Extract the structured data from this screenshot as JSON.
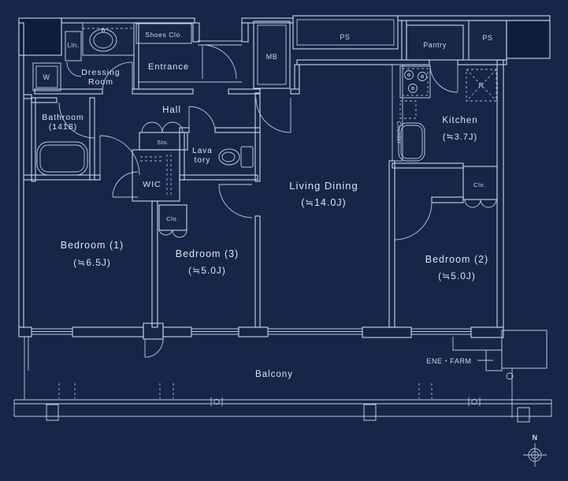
{
  "plan": {
    "type": "apartment-floor-plan",
    "background": "#152648",
    "line_color": "#c9d6ea",
    "text_color": "#dae4f4"
  },
  "labels": {
    "lin": "Lin.",
    "w": "W",
    "dressing1": "Dressing",
    "dressing2": "Room",
    "shoes": "Shoes Clo.",
    "entrance": "Entrance",
    "hall": "Hall",
    "sto": "Sto.",
    "bathroom1": "Bathroom",
    "bathroom2": "(1418)",
    "wic": "WIC",
    "lavatory1": "Lava",
    "lavatory2": "tory",
    "mb": "MB",
    "ps_top": "PS",
    "ps_right": "PS",
    "pantry": "Pantry",
    "counter": "Counter",
    "fridge": "R",
    "kitchen1": "Kitchen",
    "kitchen2": "(≒3.7J)",
    "living1": "Living Dining",
    "living2": "(≒14.0J)",
    "bedroom1_1": "Bedroom (1)",
    "bedroom1_2": "(≒6.5J)",
    "bedroom2_1": "Bedroom (2)",
    "bedroom2_2": "(≒5.0J)",
    "bedroom3_1": "Bedroom (3)",
    "bedroom3_2": "(≒5.0J)",
    "clo_wic": "Clo.",
    "clo_bedroom2": "Clo.",
    "balcony": "Balcony",
    "enefarm": "ENE・FARM",
    "compass_n": "N"
  }
}
